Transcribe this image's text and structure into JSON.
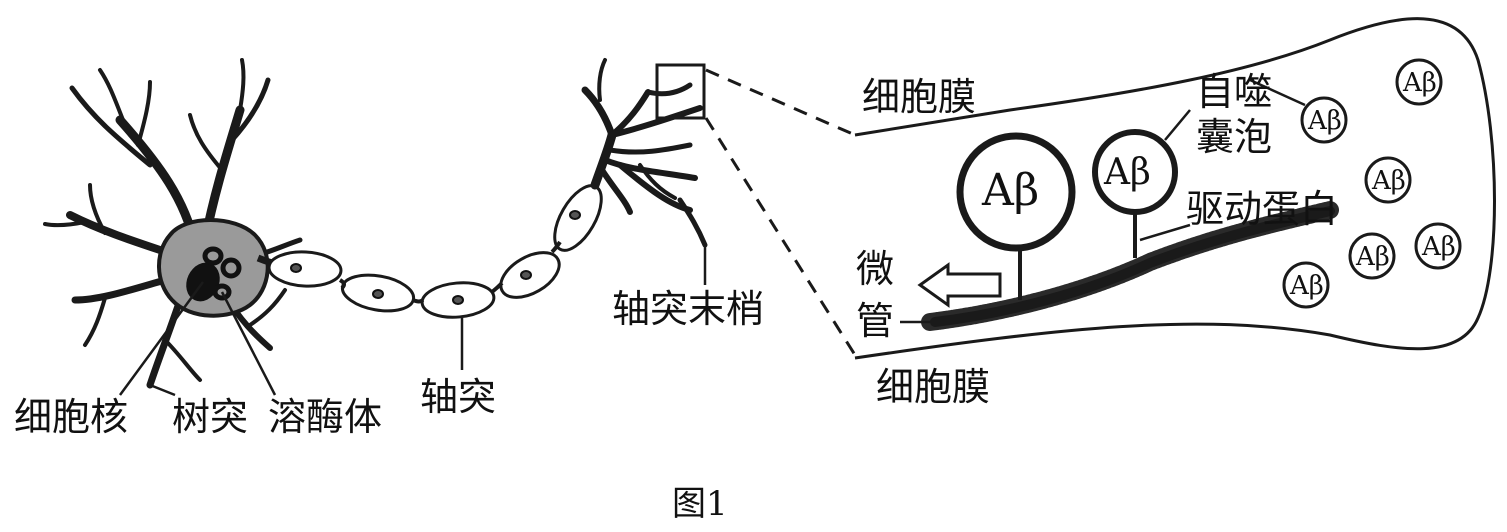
{
  "figure": {
    "caption": "图1"
  },
  "neuron_labels": {
    "nucleus": "细胞核",
    "dendrite": "树突",
    "lysosome": "溶酶体",
    "axon": "轴突",
    "axon_terminal": "轴突末梢"
  },
  "zoom_labels": {
    "cell_membrane_top": "细胞膜",
    "cell_membrane_bottom": "细胞膜",
    "autophagic_vesicle_line1": "自噬",
    "autophagic_vesicle_line2": "囊泡",
    "motor_protein": "驱动蛋白",
    "microtubule_line1": "微",
    "microtubule_line2": "管"
  },
  "vesicle_labels": {
    "large": "Aβ",
    "medium": "Aβ",
    "free_1": "Aβ",
    "free_2": "Aβ",
    "free_3": "Aβ",
    "free_4": "Aβ",
    "free_5": "Aβ",
    "free_6": "Aβ"
  },
  "colors": {
    "soma_fill": "#9a9a9a",
    "outline": "#1a1a1a",
    "microtubule": "#2a2a2a",
    "background": "#ffffff"
  }
}
